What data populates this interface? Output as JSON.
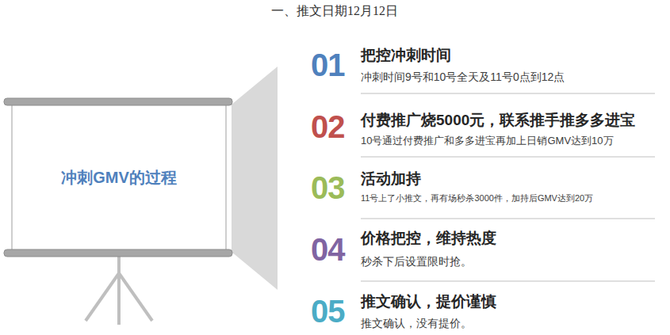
{
  "diagram": {
    "title": "一、推文日期12月12日",
    "nodes": [
      {
        "text": [
          "冲刺GMV的过程"
        ]
      }
    ],
    "labels": [
      "01",
      "把控冲刺时间",
      "冲刺时间9号和10号全天及11号0点到12点",
      "02",
      "付费推广烧5000元，联系推手推多多进宝",
      "10号通过付费推广和多多进宝再加上日销GMV达到10万",
      "03",
      "活动加持",
      "11号上了小推文，再有场秒杀3000件，加持后GMV达到20万",
      "04",
      "价格把控，维持热度",
      "秒杀下后设置限时抢。",
      "05",
      "推文确认，提价谨慎",
      "推文确认，没有提价。"
    ]
  }
}
